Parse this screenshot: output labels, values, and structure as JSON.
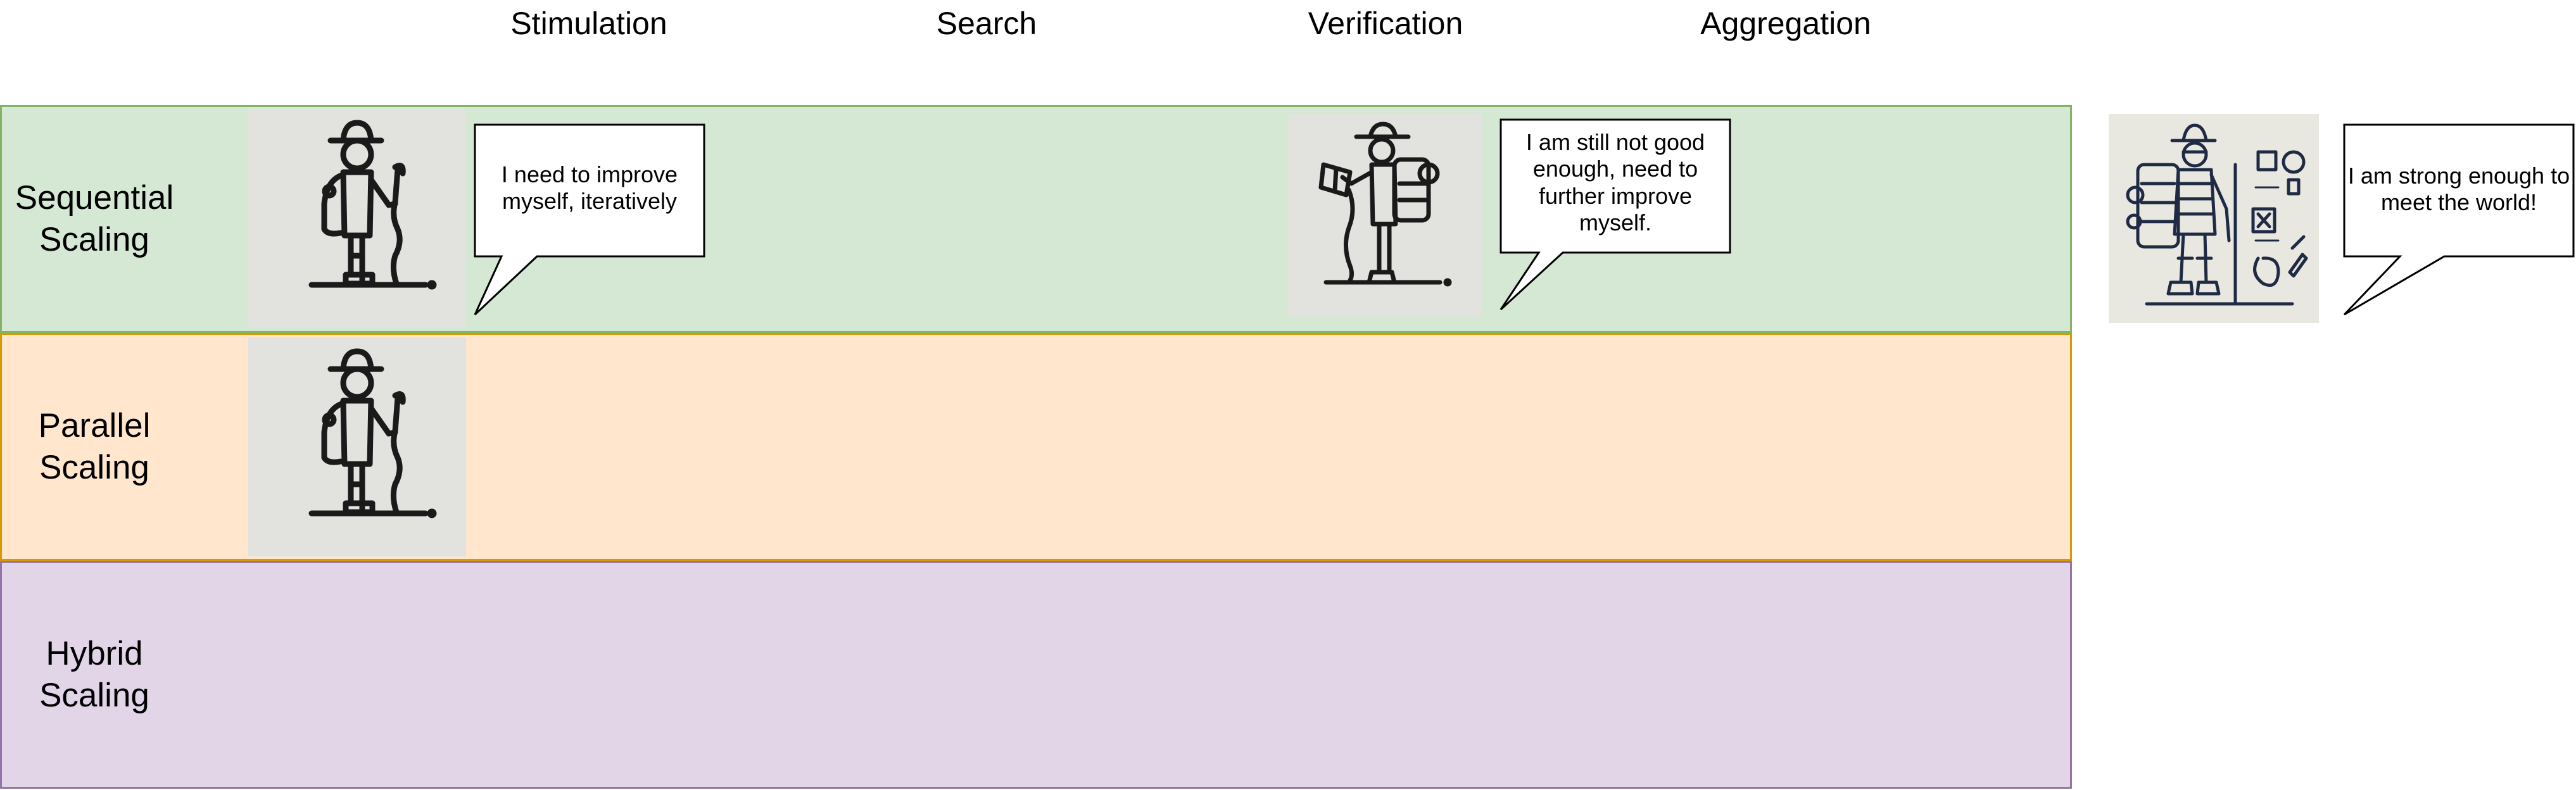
{
  "columns": {
    "stimulation": "Stimulation",
    "search": "Search",
    "verification": "Verification",
    "aggregation": "Aggregation"
  },
  "rows": {
    "sequential": [
      "Sequential",
      "Scaling"
    ],
    "parallel": [
      "Parallel",
      "Scaling"
    ],
    "hybrid": [
      "Hybrid",
      "Scaling"
    ]
  },
  "bubbles": {
    "improve": [
      "I need to improve",
      "myself, iteratively"
    ],
    "still_not_good": [
      "I am still not good",
      "enough, need to",
      "further improve",
      "myself."
    ],
    "strong": [
      "I am strong enough to",
      "meet the world!"
    ]
  },
  "colors": {
    "sequential_fill": "#d5e8d4",
    "sequential_stroke": "#82b366",
    "parallel_fill": "#ffe6cc",
    "parallel_stroke": "#d79b00",
    "hybrid_fill": "#e1d5e7",
    "hybrid_stroke": "#9673a6"
  },
  "icons": [
    "hiker-novice-icon",
    "hiker-backpacker-icon",
    "hiker-equipped-icon"
  ]
}
